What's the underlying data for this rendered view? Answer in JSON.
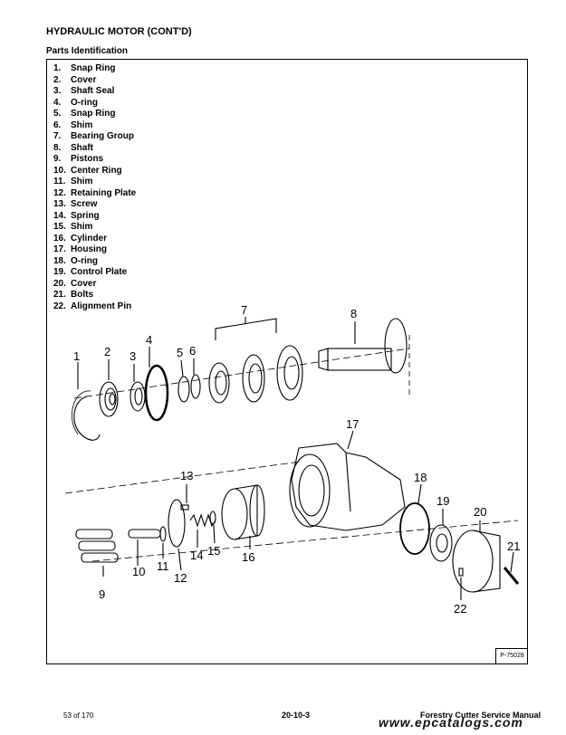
{
  "header": {
    "title": "HYDRAULIC MOTOR (CONT'D)",
    "subtitle": "Parts Identification"
  },
  "parts": [
    {
      "num": "1.",
      "name": "Snap Ring"
    },
    {
      "num": "2.",
      "name": "Cover"
    },
    {
      "num": "3.",
      "name": "Shaft Seal"
    },
    {
      "num": "4.",
      "name": "O-ring"
    },
    {
      "num": "5.",
      "name": "Snap Ring"
    },
    {
      "num": "6.",
      "name": "Shim"
    },
    {
      "num": "7.",
      "name": "Bearing Group"
    },
    {
      "num": "8.",
      "name": "Shaft"
    },
    {
      "num": "9.",
      "name": "Pistons"
    },
    {
      "num": "10.",
      "name": "Center Ring"
    },
    {
      "num": "11.",
      "name": "Shim"
    },
    {
      "num": "12.",
      "name": "Retaining Plate"
    },
    {
      "num": "13.",
      "name": "Screw"
    },
    {
      "num": "14.",
      "name": "Spring"
    },
    {
      "num": "15.",
      "name": "Shim"
    },
    {
      "num": "16.",
      "name": "Cylinder"
    },
    {
      "num": "17.",
      "name": "Housing"
    },
    {
      "num": "18.",
      "name": "O-ring"
    },
    {
      "num": "19.",
      "name": "Control Plate"
    },
    {
      "num": "20.",
      "name": "Cover"
    },
    {
      "num": "21.",
      "name": "Bolts"
    },
    {
      "num": "22.",
      "name": "Alignment Pin"
    }
  ],
  "callouts": [
    "1",
    "2",
    "3",
    "4",
    "5",
    "6",
    "7",
    "8",
    "9",
    "10",
    "11",
    "12",
    "13",
    "14",
    "15",
    "16",
    "17",
    "18",
    "19",
    "20",
    "21",
    "22"
  ],
  "figure_ref": "P-75028",
  "footer": {
    "page_count": "53 of 170",
    "page_number": "20-10-3",
    "manual_title": "Forestry Cutter Service Manual",
    "watermark": "www.epcatalogs.com"
  }
}
